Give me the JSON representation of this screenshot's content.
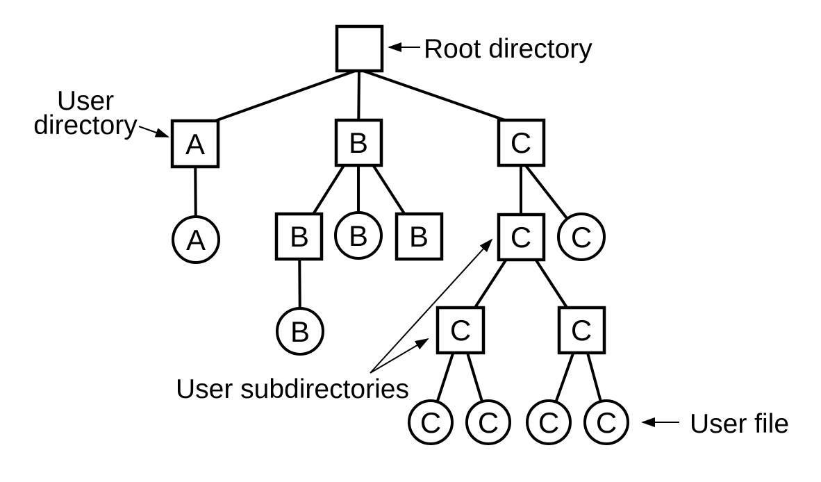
{
  "callouts": {
    "root_directory": "Root directory",
    "user_directory_line1": "User",
    "user_directory_line2": "directory",
    "user_subdirectories": "User subdirectories",
    "user_file": "User file"
  },
  "tree": {
    "root_type": "directory",
    "children": [
      {
        "letter": "A",
        "shape": "square",
        "type": "user-directory",
        "children": [
          {
            "letter": "A",
            "shape": "circle",
            "type": "file"
          }
        ]
      },
      {
        "letter": "B",
        "shape": "square",
        "type": "user-directory",
        "children": [
          {
            "letter": "B",
            "shape": "square",
            "type": "subdirectory",
            "children": [
              {
                "letter": "B",
                "shape": "circle",
                "type": "file"
              }
            ]
          },
          {
            "letter": "B",
            "shape": "circle",
            "type": "file"
          },
          {
            "letter": "B",
            "shape": "square",
            "type": "subdirectory"
          }
        ]
      },
      {
        "letter": "C",
        "shape": "square",
        "type": "user-directory",
        "children": [
          {
            "letter": "C",
            "shape": "square",
            "type": "subdirectory",
            "children": [
              {
                "letter": "C",
                "shape": "square",
                "type": "subdirectory",
                "children": [
                  {
                    "letter": "C",
                    "shape": "circle",
                    "type": "file"
                  },
                  {
                    "letter": "C",
                    "shape": "circle",
                    "type": "file"
                  }
                ]
              },
              {
                "letter": "C",
                "shape": "square",
                "type": "subdirectory",
                "children": [
                  {
                    "letter": "C",
                    "shape": "circle",
                    "type": "file"
                  },
                  {
                    "letter": "C",
                    "shape": "circle",
                    "type": "file"
                  }
                ]
              }
            ]
          },
          {
            "letter": "C",
            "shape": "circle",
            "type": "file"
          }
        ]
      }
    ]
  },
  "colors": {
    "ink": "#000000",
    "background": "#ffffff"
  }
}
